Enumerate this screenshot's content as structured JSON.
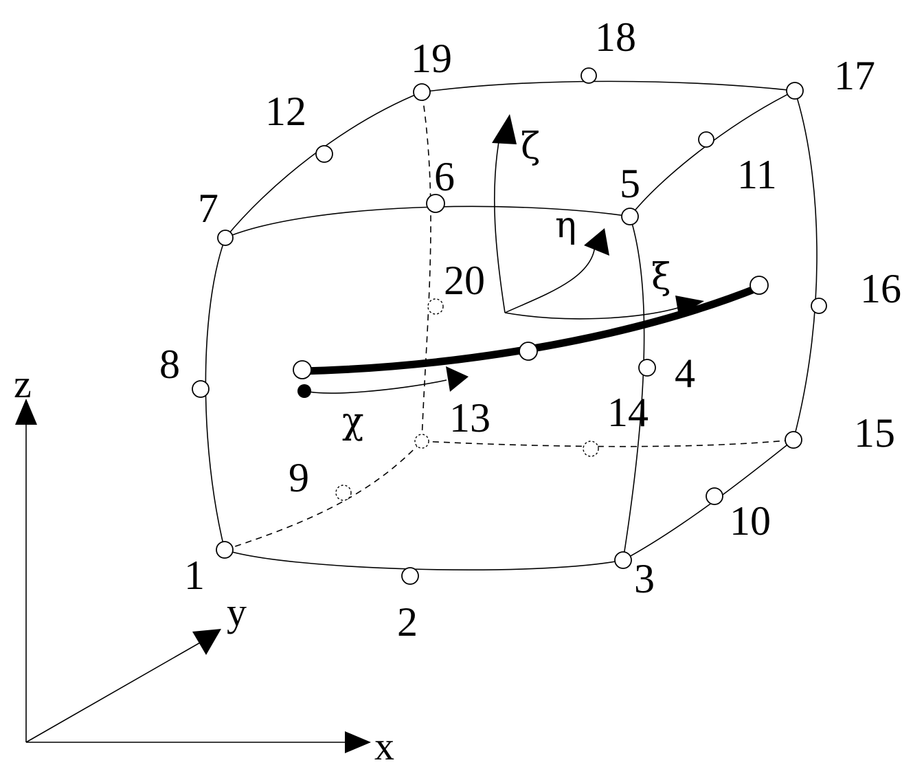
{
  "nodes": {
    "n1": "1",
    "n2": "2",
    "n3": "3",
    "n4": "4",
    "n5": "5",
    "n6": "6",
    "n7": "7",
    "n8": "8",
    "n9": "9",
    "n10": "10",
    "n11": "11",
    "n12": "12",
    "n13": "13",
    "n14": "14",
    "n15": "15",
    "n16": "16",
    "n17": "17",
    "n18": "18",
    "n19": "19",
    "n20": "20"
  },
  "local_axes": {
    "zeta": "ζ",
    "eta": "η",
    "xi": "ξ"
  },
  "curve": {
    "chi": "χ"
  },
  "global_axes": {
    "x": "x",
    "y": "y",
    "z": "z"
  }
}
